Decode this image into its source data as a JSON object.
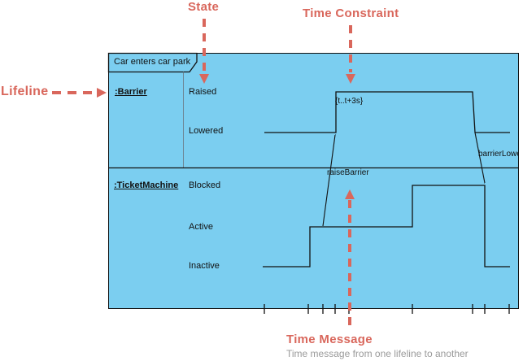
{
  "annotations": {
    "state": {
      "label": "State"
    },
    "time_constraint": {
      "label": "Time Constraint"
    },
    "lifeline": {
      "label": "Lifeline"
    },
    "time_message": {
      "label": "Time Message",
      "description": "Time message from one lifeline to another"
    }
  },
  "diagram": {
    "frame_label": "Car enters car park",
    "lifelines": [
      {
        "name": ":Barrier",
        "states": [
          "Raised",
          "Lowered"
        ]
      },
      {
        "name": ":TicketMachine",
        "states": [
          "Blocked",
          "Active",
          "Inactive"
        ]
      }
    ],
    "time_constraint": "{t..t+3s}",
    "messages": [
      {
        "label": "raiseBarrier"
      },
      {
        "label": "barrierLowered"
      }
    ]
  },
  "colors": {
    "frame_fill": "#7bcef0",
    "line": "#111111",
    "annotation_accent": "#d9675c",
    "subtitle_gray": "#9a9a9a",
    "column_divider": "#6e8694"
  }
}
